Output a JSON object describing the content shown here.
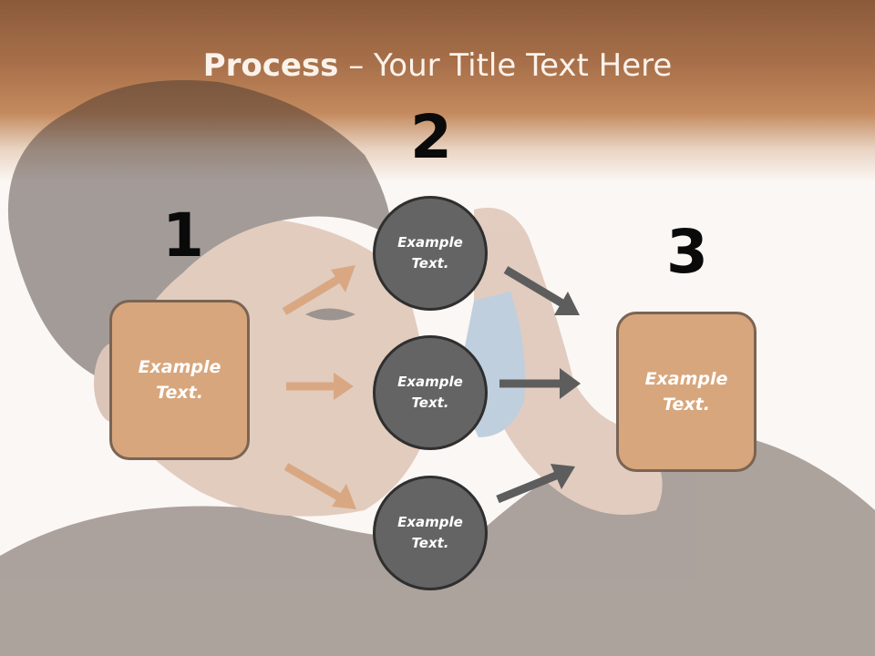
{
  "title": {
    "bold": "Process",
    "rest": " – Your Title Text Here"
  },
  "steps": [
    {
      "number": "1"
    },
    {
      "number": "2"
    },
    {
      "number": "3"
    }
  ],
  "left_box": {
    "line1": "Example",
    "line2": "Text."
  },
  "circles": [
    {
      "line1": "Example",
      "line2": "Text."
    },
    {
      "line1": "Example",
      "line2": "Text."
    },
    {
      "line1": "Example",
      "line2": "Text."
    }
  ],
  "right_box": {
    "line1": "Example",
    "line2": "Text."
  },
  "colors": {
    "header": "#a8704a",
    "box_fill": "#d8a67c",
    "circle_fill": "#646464",
    "arrow_tan": "#d9a883",
    "arrow_gray": "#5d5d5d"
  }
}
